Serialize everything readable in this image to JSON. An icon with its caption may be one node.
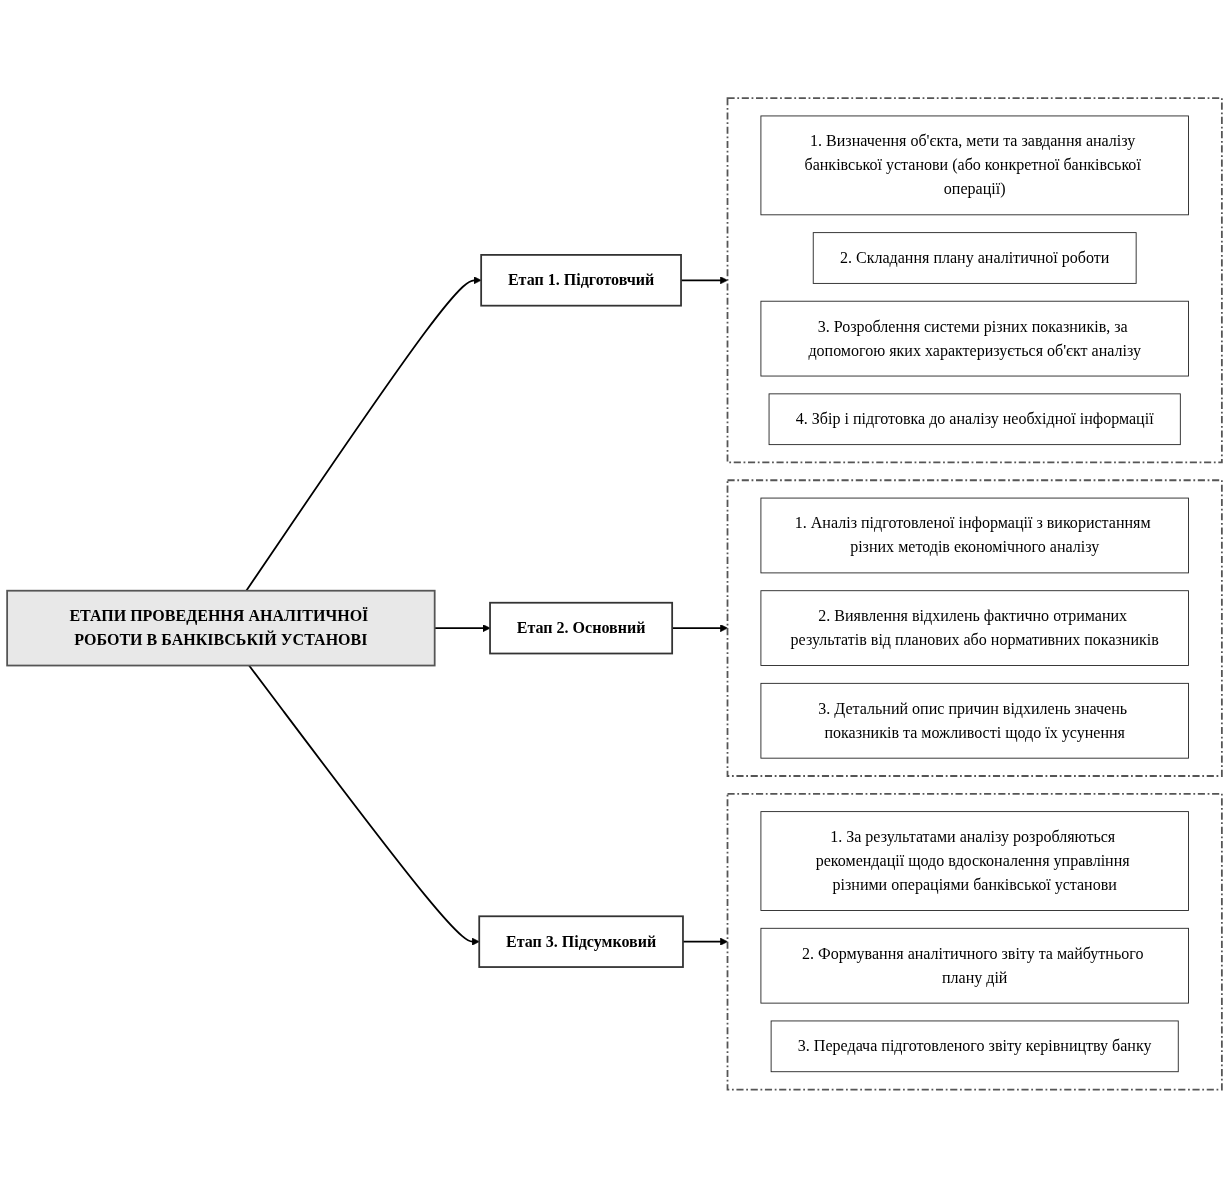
{
  "diagram": {
    "nodes": [
      {
        "text": [
          "ЕТАПИ ПРОВЕДЕННЯ АНАЛІТИЧНОЇ РОБОТИ В БАНКІВСЬКІЙ УСТАНОВІ"
        ]
      },
      {
        "text": [
          "Етап 1. Підготовчий"
        ]
      },
      {
        "text": [],
        "shape": "box"
      },
      {
        "text": [
          "1. Визначення об'єкта, мети та завдання аналізу банківської установи (або конкретної банківської операції)"
        ],
        "in": 2
      },
      {
        "text": [
          "2. Складання плану аналітичної роботи"
        ],
        "in": 2
      },
      {
        "text": [
          "3. Розроблення системи різних показників, за допомогою яких характеризується об'єкт аналізу"
        ],
        "in": 2
      },
      {
        "text": [
          "4. Збір і підготовка до аналізу необхідної інформації"
        ],
        "in": 2
      },
      {
        "text": [
          "Етап 2. Основний"
        ]
      },
      {
        "text": [],
        "shape": "box"
      },
      {
        "text": [
          "1. Аналіз підготовленої інформації з використанням різних методів економічного аналізу"
        ],
        "in": 8
      },
      {
        "text": [
          "2. Виявлення відхилень фактично отриманих результатів від планових або нормативних показників"
        ],
        "in": 8
      },
      {
        "text": [
          "3. Детальний опис причин відхилень значень показників та можливості щодо їх усунення"
        ],
        "in": 8
      },
      {
        "text": [
          "Етап 3. Підсумковий"
        ]
      },
      {
        "text": [],
        "shape": "box"
      },
      {
        "text": [
          "1. За результатами аналізу розробляються рекомендації щодо вдосконалення управління різними операціями банківської установи"
        ],
        "in": 13
      },
      {
        "text": [
          "2. Формування аналітичного звіту та майбутнього плану дій"
        ],
        "in": 13
      },
      {
        "text": [
          "3. Передача підготовленого звіту керівництву банку"
        ],
        "in": 13
      }
    ],
    "edges": [
      {
        "from": 0,
        "to": 1,
        "arrow": "to"
      },
      {
        "from": 0,
        "to": 7,
        "arrow": "to"
      },
      {
        "from": 0,
        "to": 12,
        "arrow": "to"
      },
      {
        "from": 1,
        "to": 2,
        "arrow": "to"
      },
      {
        "from": 7,
        "to": 8,
        "arrow": "to"
      },
      {
        "from": 12,
        "to": 13,
        "arrow": "to"
      }
    ]
  }
}
